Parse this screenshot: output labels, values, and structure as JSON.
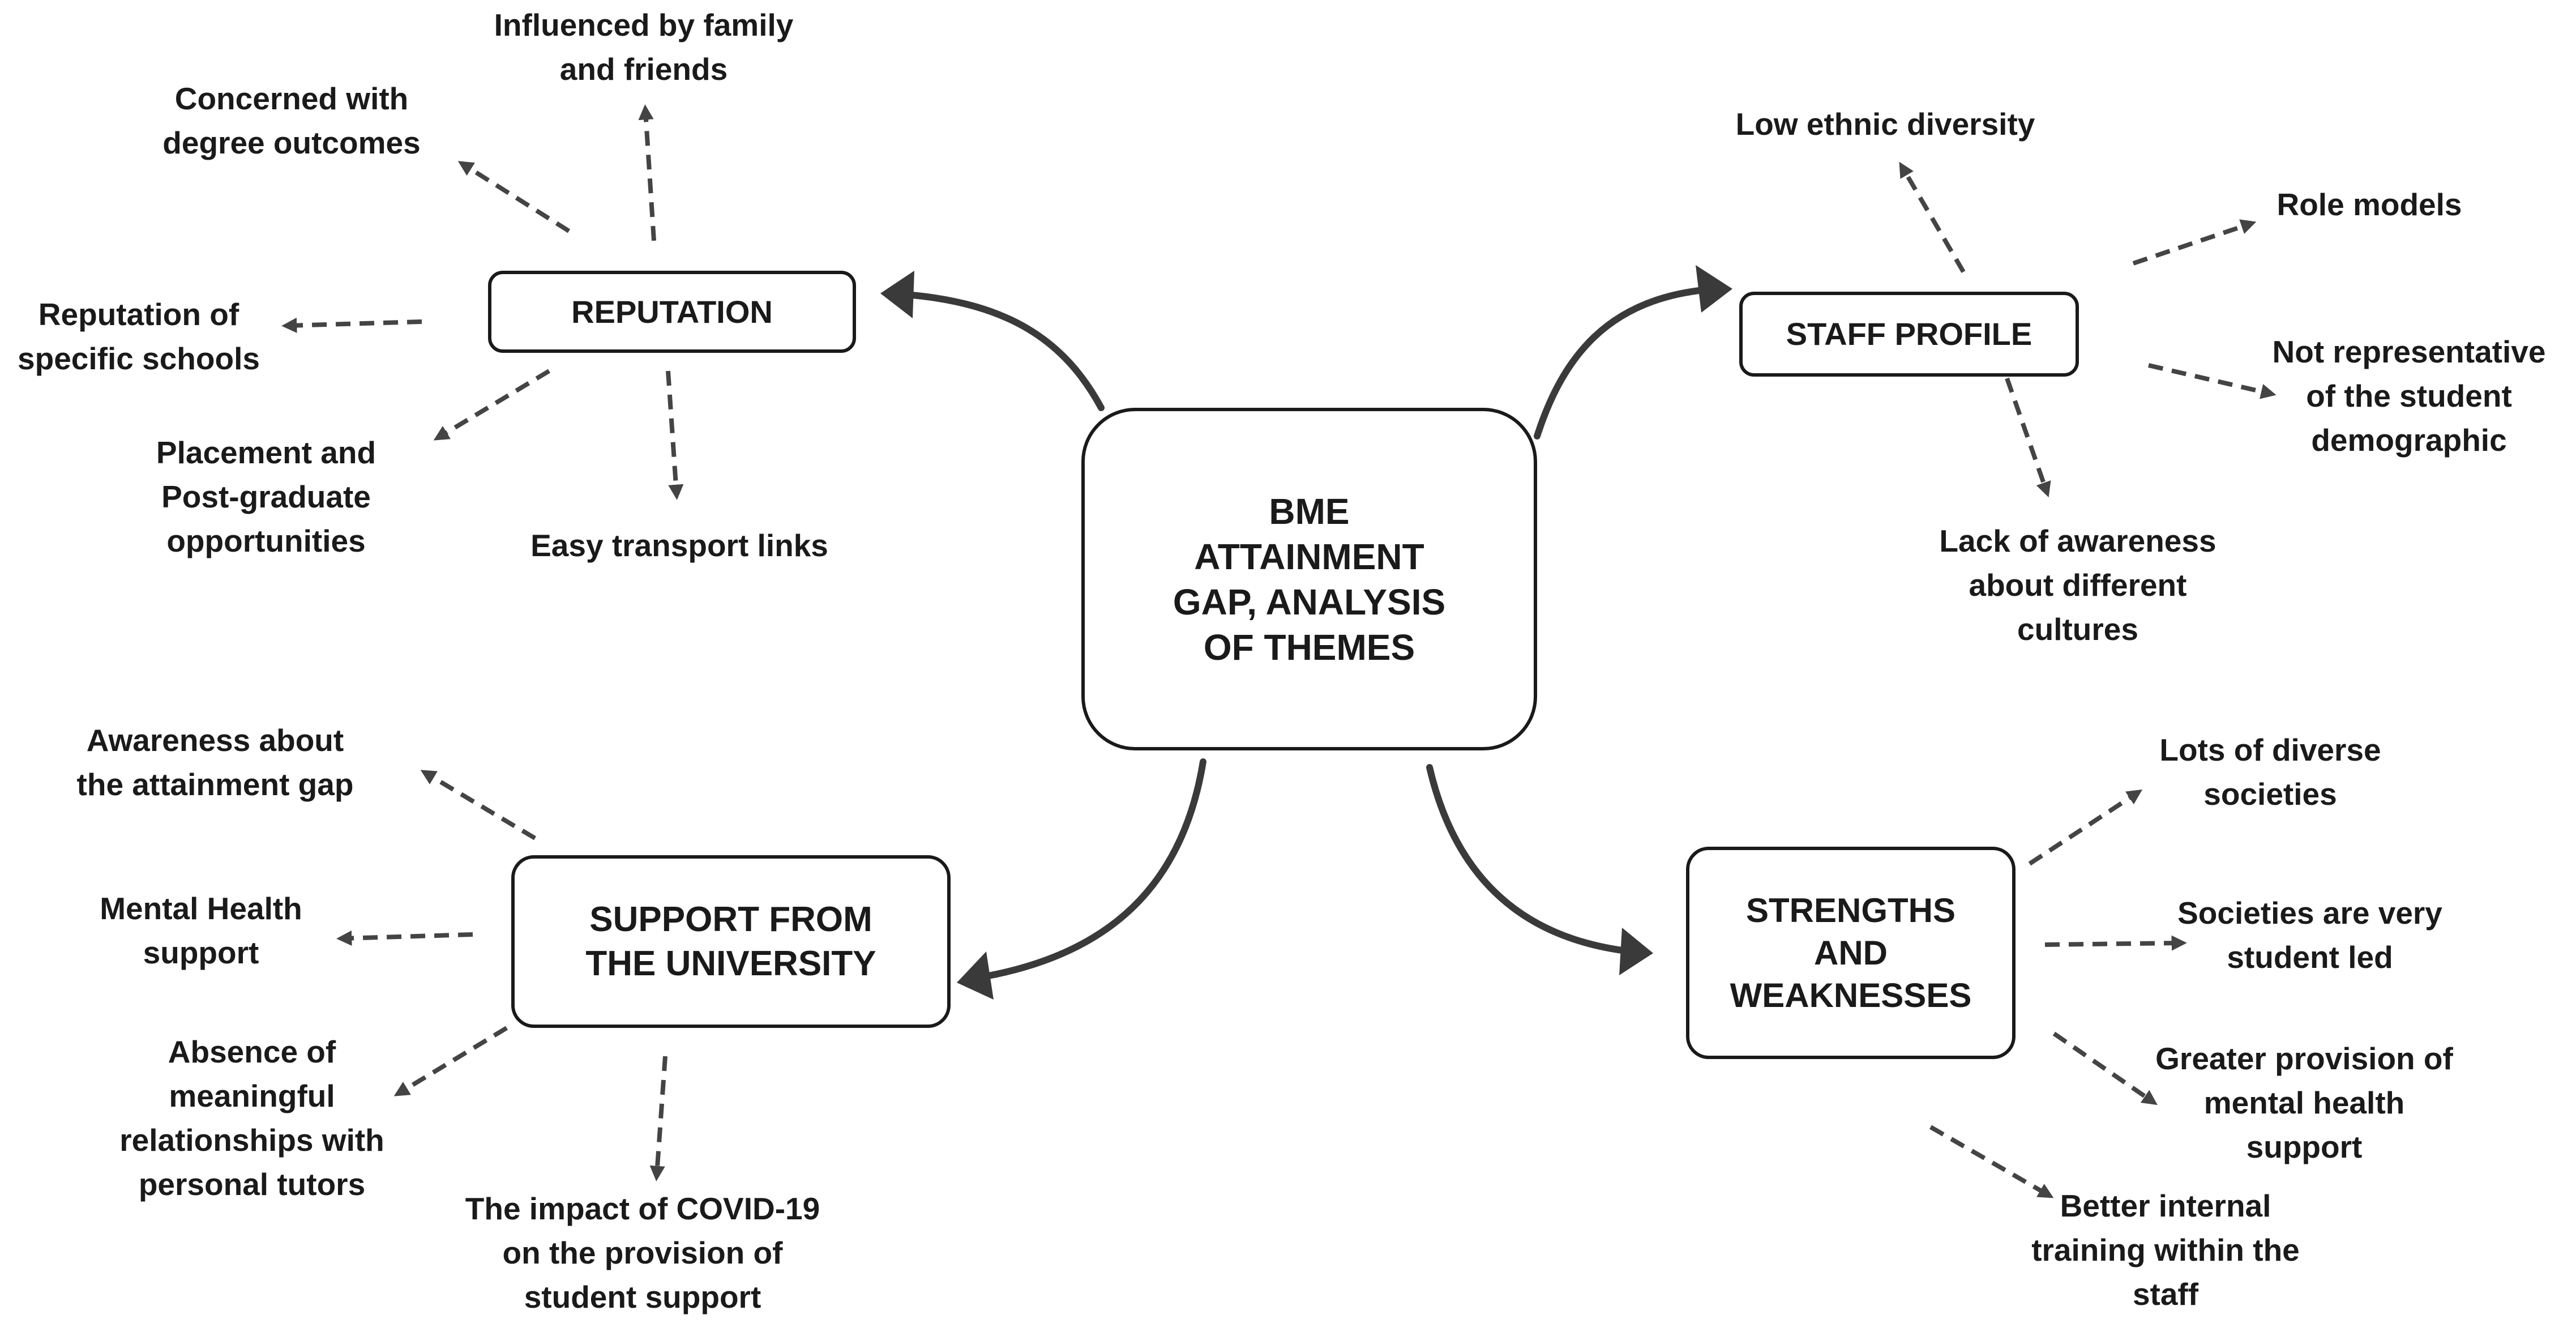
{
  "center": {
    "title": "BME\nATTAINMENT\nGAP, ANALYSIS\nOF THEMES"
  },
  "themes": {
    "reputation": {
      "title": "REPUTATION",
      "items": [
        "Influenced by family\nand friends",
        "Concerned with\ndegree outcomes",
        "Reputation of\nspecific schools",
        "Placement and\nPost-graduate\nopportunities",
        "Easy transport links"
      ]
    },
    "staff_profile": {
      "title": "STAFF PROFILE",
      "items": [
        "Low ethnic diversity",
        "Role models",
        "Not representative\nof the student\ndemographic",
        "Lack of awareness\nabout different\ncultures"
      ]
    },
    "support": {
      "title": "SUPPORT FROM\nTHE UNIVERSITY",
      "items": [
        "Awareness about\nthe attainment gap",
        "Mental Health\nsupport",
        "Absence of\nmeaningful\nrelationships with\npersonal tutors",
        "The impact of COVID-19\non the provision of\nstudent support"
      ]
    },
    "strengths": {
      "title": "STRENGTHS\nAND\nWEAKNESSES",
      "items": [
        "Lots of diverse\nsocieties",
        "Societies are very\nstudent led",
        "Greater provision of\nmental health\nsupport",
        "Better internal\ntraining within the\nstaff"
      ]
    }
  },
  "colors": {
    "line": "#1a1a1a",
    "dashed_arrow": "#444444"
  }
}
